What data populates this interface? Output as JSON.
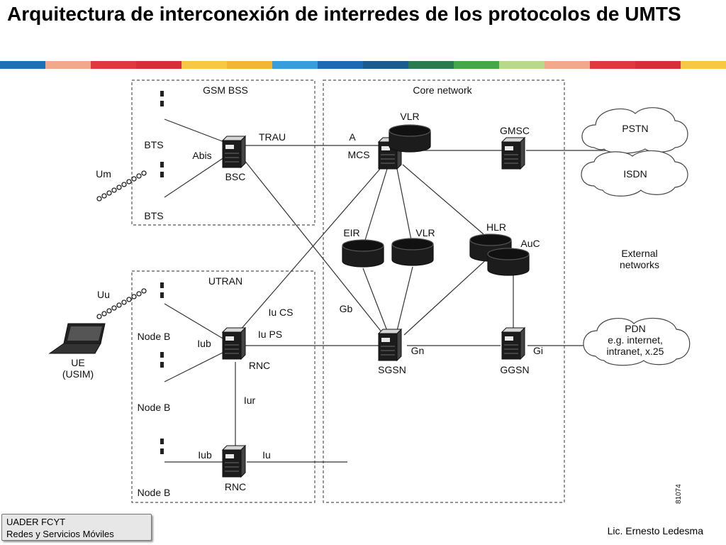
{
  "slide": {
    "title": "Arquitectura de interconexión de interredes de los protocolos de UMTS",
    "stripe_colors": [
      "#1f6fb5",
      "#f2a989",
      "#e0383e",
      "#d82e3a",
      "#f7c844",
      "#f3b634",
      "#3a9ddb",
      "#1f69b3",
      "#1a5c8e",
      "#2a7a4f",
      "#44a84a",
      "#b9d98a",
      "#f2a989",
      "#e0383e",
      "#d82e3a",
      "#f7c844"
    ]
  },
  "diagram": {
    "zones": {
      "gsm_bss": "GSM BSS",
      "core": "Core network",
      "utran": "UTRAN"
    },
    "nodes": {
      "bts_top": "BTS",
      "bts_bottom": "BTS",
      "bsc": "BSC",
      "mcs": "MCS",
      "vlr_top": "VLR",
      "gmsc": "GMSC",
      "eir": "EIR",
      "vlr_mid": "VLR",
      "hlr": "HLR",
      "auc": "AuC",
      "node_b_1": "Node B",
      "node_b_2": "Node B",
      "node_b_3": "Node B",
      "rnc_main": "RNC",
      "rnc_second": "RNC",
      "sgsn": "SGSN",
      "ggsn": "GGSN",
      "ue_line1": "UE",
      "ue_line2": "(USIM)"
    },
    "interfaces": {
      "abis": "Abis",
      "trau": "TRAU",
      "a": "A",
      "um": "Um",
      "uu": "Uu",
      "iu_cs": "Iu CS",
      "iu_ps": "Iu PS",
      "iub_1": "Iub",
      "iub_2": "Iub",
      "iur": "Iur",
      "iu": "Iu",
      "gb": "Gb",
      "gn": "Gn",
      "gi": "Gi"
    },
    "external": {
      "pstn": "PSTN",
      "isdn": "ISDN",
      "networks_line1": "External",
      "networks_line2": "networks",
      "pdn_line1": "PDN",
      "pdn_line2": "e.g. internet,",
      "pdn_line3": "intranet, x.25"
    },
    "figure_number": "81074"
  },
  "footer": {
    "org_line1": "UADER FCYT",
    "org_line2": "Redes y Servicios Móviles",
    "author": "Lic. Ernesto Ledesma"
  }
}
